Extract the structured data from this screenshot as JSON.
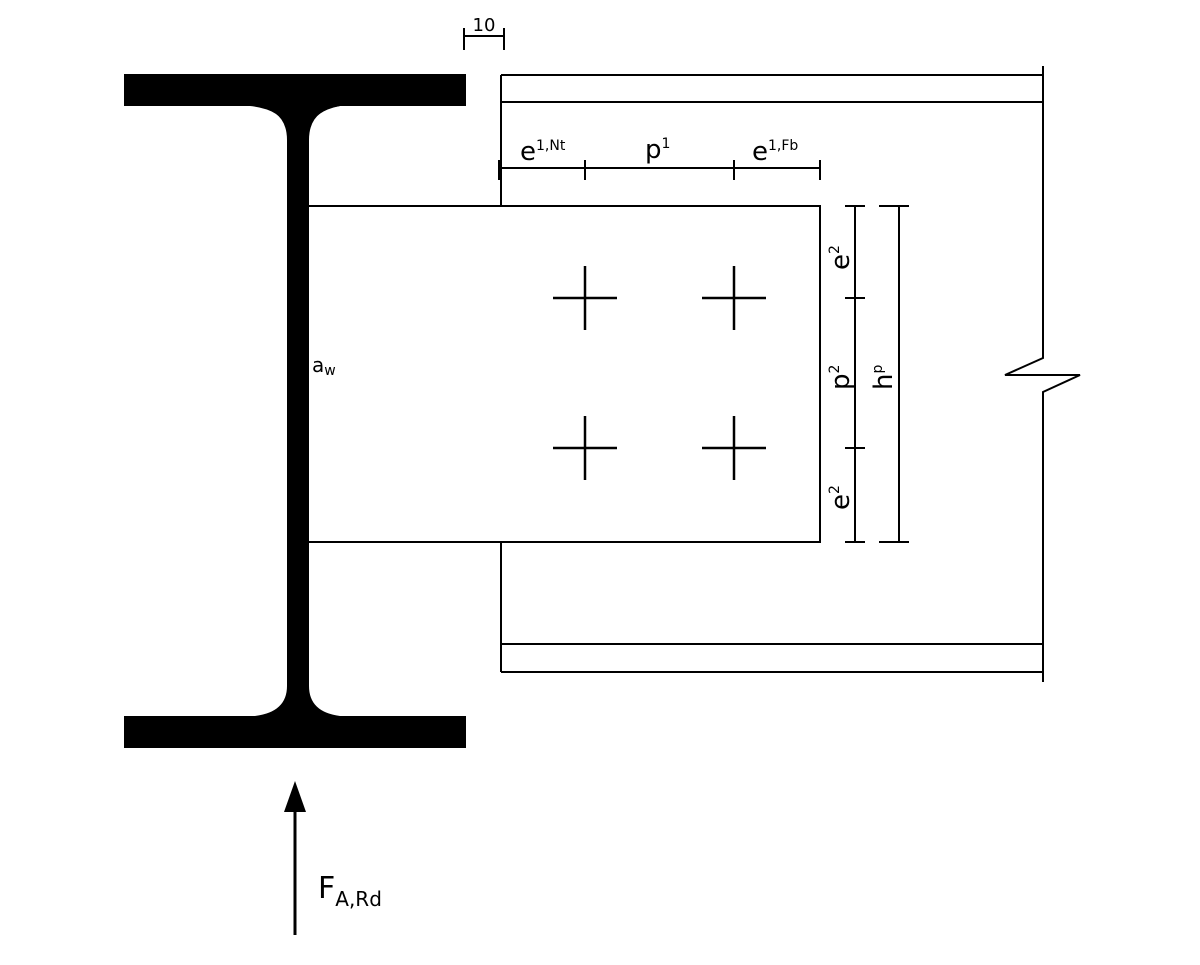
{
  "gap_dimension": "10",
  "labels": {
    "e1_nt": {
      "main": "e",
      "sup": "1,Nt"
    },
    "p1": {
      "main": "p",
      "sup": "1"
    },
    "e1_fb": {
      "main": "e",
      "sup": "1,Fb"
    },
    "e2_top": {
      "main": "e",
      "sup": "2"
    },
    "p2": {
      "main": "p",
      "sup": "2"
    },
    "e2_bottom": {
      "main": "e",
      "sup": "2"
    },
    "hp": {
      "main": "h",
      "sup": "p"
    },
    "aw": {
      "main": "a",
      "sub": "w"
    },
    "force": {
      "main": "F",
      "sub": "A,Rd"
    }
  },
  "colors": {
    "line": "#000000",
    "background": "#ffffff"
  }
}
